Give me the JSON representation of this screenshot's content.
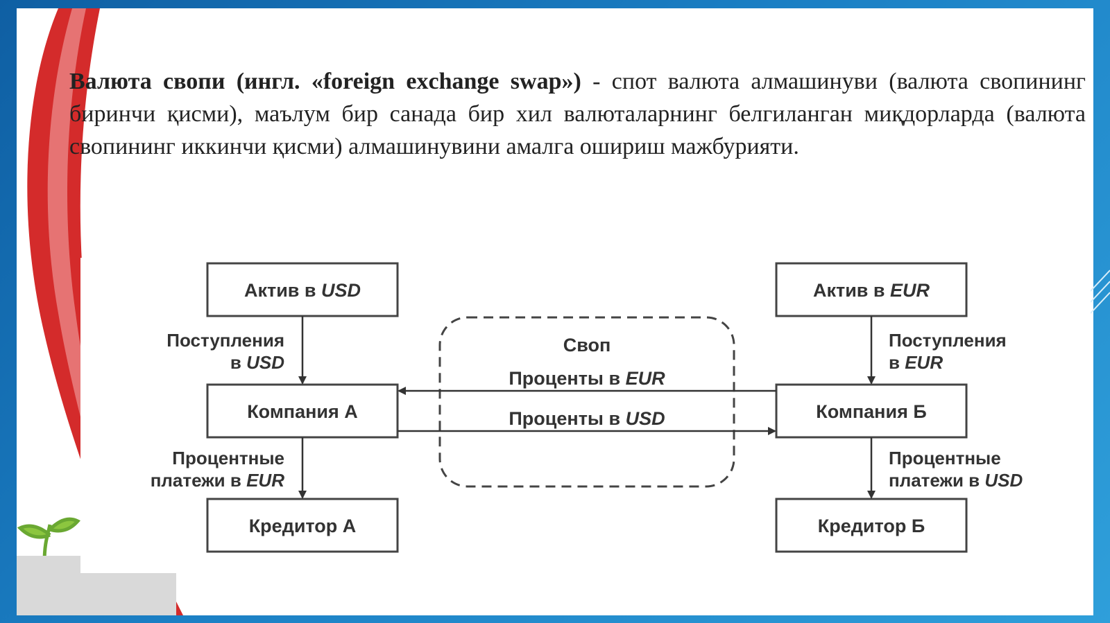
{
  "intro": {
    "term": "Валюта свопи (ингл. «foreign exchange swap»)",
    "definition": " - спот валюта алмашинуви (валюта свопининг биринчи қисми), маълум бир санада бир хил валюталарнинг белгиланган миқдорларда (валюта свопининг иккинчи қисми) алмашинувини амалга ошириш мажбурияти."
  },
  "diagram": {
    "asset_a": {
      "prefix": "Актив в ",
      "currency": "USD"
    },
    "asset_b": {
      "prefix": "Актив в ",
      "currency": "EUR"
    },
    "company_a": "Компания А",
    "company_b": "Компания Б",
    "creditor_a": "Кредитор А",
    "creditor_b": "Кредитор Б",
    "swap_label": "Своп",
    "flow_left": {
      "prefix": "Проценты в ",
      "currency": "EUR"
    },
    "flow_right": {
      "prefix": "Проценты в ",
      "currency": "USD"
    },
    "receipts_a": {
      "line1": "Поступления",
      "line2_prefix": "в ",
      "currency": "USD"
    },
    "receipts_b": {
      "line1": "Поступления",
      "line2_prefix": "в ",
      "currency": "EUR"
    },
    "payments_a": {
      "line1": "Процентные",
      "line2_prefix": "платежи в ",
      "currency": "EUR"
    },
    "payments_b": {
      "line1": "Процентные",
      "line2_prefix": "платежи в ",
      "currency": "USD"
    }
  },
  "colors": {
    "frame_blue": "#1b7fc4",
    "accent_red": "#d42b2b",
    "line_dark": "#333333"
  }
}
